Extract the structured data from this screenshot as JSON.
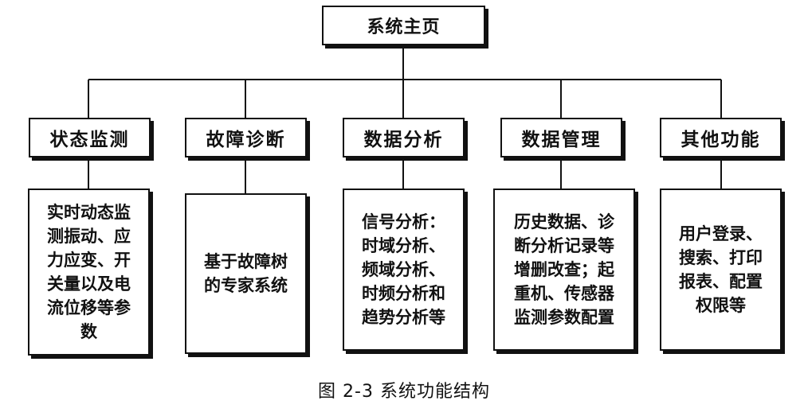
{
  "root": {
    "label": "系统主页"
  },
  "modules": [
    {
      "label": "状态监测",
      "detail": "实时动态监\n测振动、应\n力应变、开\n关量以及电\n流位移等参\n数"
    },
    {
      "label": "故障诊断",
      "detail": "基于故障树\n的专家系统"
    },
    {
      "label": "数据分析",
      "detail": "信号分析：\n时域分析、\n频域分析、\n时频分析和\n趋势分析等"
    },
    {
      "label": "数据管理",
      "detail": "历史数据、诊\n断分析记录等\n增删改查；起\n重机、传感器\n监测参数配置"
    },
    {
      "label": "其他功能",
      "detail": "用户登录、\n搜索、打印\n报表、配置\n权限等"
    }
  ],
  "caption": "图 2-3  系统功能结构"
}
